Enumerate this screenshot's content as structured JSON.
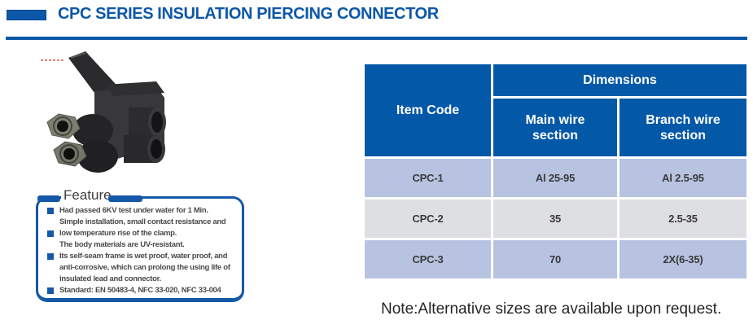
{
  "header": {
    "title": "CPC SERIES INSULATION PIERCING CONNECTOR"
  },
  "feature": {
    "title": "Feature",
    "items": [
      {
        "bullet": true,
        "text": "Had passed 6KV test under water for 1 Min."
      },
      {
        "bullet": false,
        "text": "Simple installation, small contact resistance and"
      },
      {
        "bullet": true,
        "text": "low temperature rise of the clamp."
      },
      {
        "bullet": false,
        "text": "The body materials are UV-resistant."
      },
      {
        "bullet": true,
        "text": "Its self-seam frame is wet proof, water proof, and"
      },
      {
        "bullet": false,
        "text": "anti-corrosive, which can prolong the using life of"
      },
      {
        "bullet": false,
        "text": "insulated lead and connector."
      },
      {
        "bullet": true,
        "text": "Standard: EN 50483-4, NFC 33-020, NFC 33-004"
      }
    ]
  },
  "table": {
    "header": {
      "item_code": "Item Code",
      "dimensions": "Dimensions",
      "main_wire": "Main wire section",
      "branch_wire": "Branch wire section"
    },
    "rows": [
      {
        "item_code": "CPC-1",
        "main": "Al 25-95",
        "branch": "Al 2.5-95"
      },
      {
        "item_code": "CPC-2",
        "main": "35",
        "branch": "2.5-35"
      },
      {
        "item_code": "CPC-3",
        "main": "70",
        "branch": "2X(6-35)"
      }
    ]
  },
  "note": "Note:Alternative sizes are available upon request.",
  "colors": {
    "brand_blue": "#0d57a8",
    "table_header_bg": "#0458a8",
    "row_blue": "#b7c3e1",
    "row_gray": "#dedfe3",
    "feature_border": "#1558a8",
    "red_mark": "#e05a4e"
  }
}
